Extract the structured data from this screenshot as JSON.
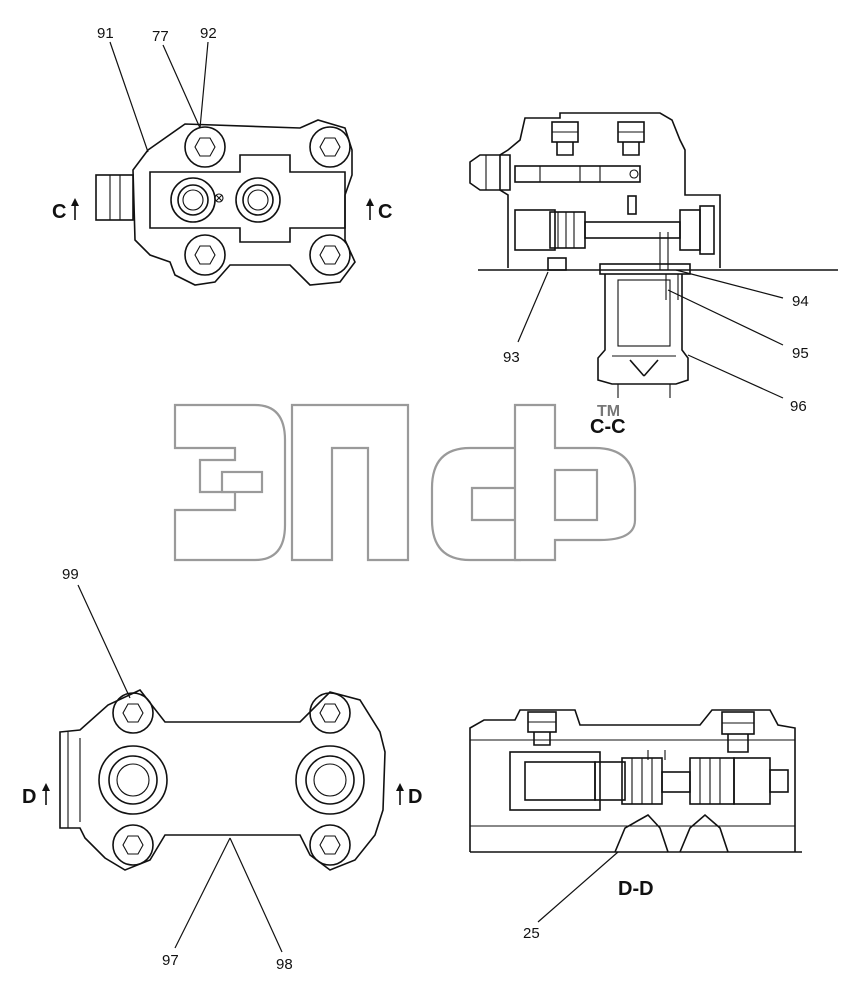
{
  "watermark": {
    "text": "ЭПср",
    "tm": "TM"
  },
  "callouts": {
    "c91": "91",
    "c77": "77",
    "c92": "92",
    "c93": "93",
    "c94": "94",
    "c95": "95",
    "c96": "96",
    "c99": "99",
    "c97": "97",
    "c98": "98",
    "c25": "25"
  },
  "section_marks": {
    "c_left": "C",
    "c_right": "C",
    "d_left": "D",
    "d_right": "D"
  },
  "section_titles": {
    "cc": "C-C",
    "dd": "D-D"
  }
}
